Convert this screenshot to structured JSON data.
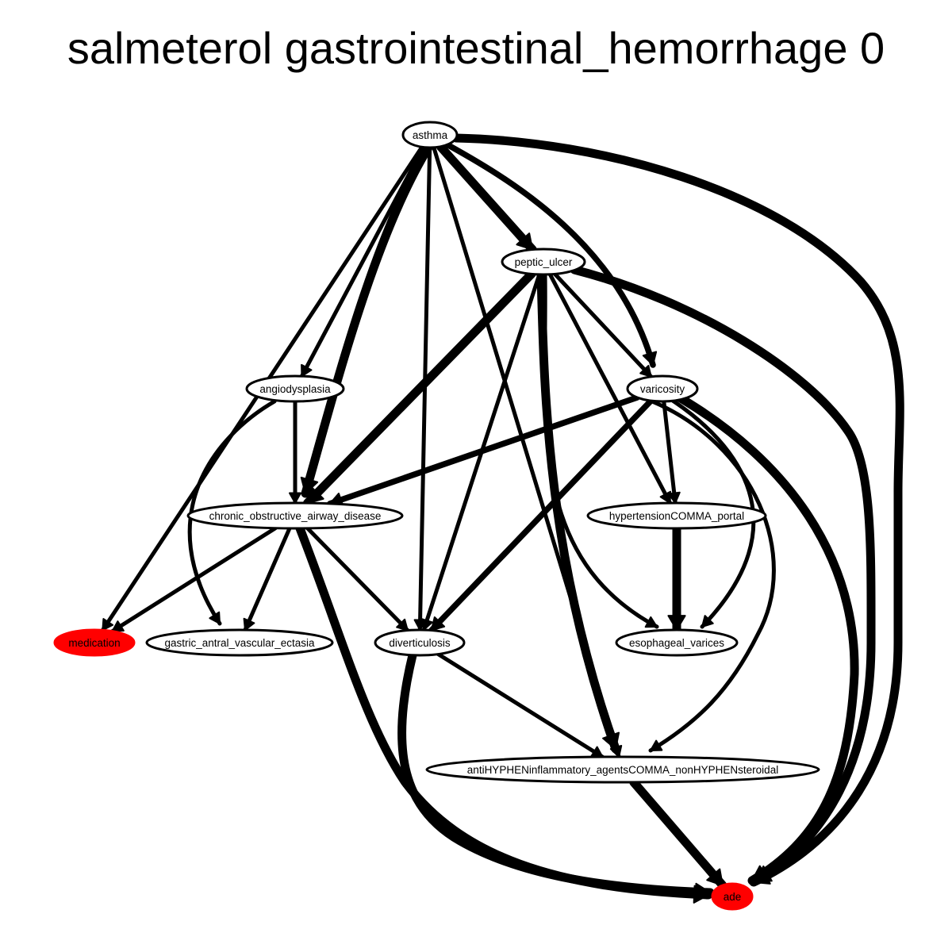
{
  "title": "salmeterol gastrointestinal_hemorrhage 0",
  "colors": {
    "highlight": "#ff0000",
    "default_fill": "#ffffff",
    "stroke": "#000000"
  },
  "nodes": [
    {
      "id": "asthma",
      "label": "asthma",
      "highlight": false
    },
    {
      "id": "peptic_ulcer",
      "label": "peptic_ulcer",
      "highlight": false
    },
    {
      "id": "angiodysplasia",
      "label": "angiodysplasia",
      "highlight": false
    },
    {
      "id": "varicosity",
      "label": "varicosity",
      "highlight": false
    },
    {
      "id": "copd",
      "label": "chronic_obstructive_airway_disease",
      "highlight": false
    },
    {
      "id": "portal",
      "label": "hypertensionCOMMA_portal",
      "highlight": false
    },
    {
      "id": "medication",
      "label": "medication",
      "highlight": true
    },
    {
      "id": "gave",
      "label": "gastric_antral_vascular_ectasia",
      "highlight": false
    },
    {
      "id": "diverticulosis",
      "label": "diverticulosis",
      "highlight": false
    },
    {
      "id": "esoph",
      "label": "esophageal_varices",
      "highlight": false
    },
    {
      "id": "nsaid",
      "label": "antiHYPHENinflammatory_agentsCOMMA_nonHYPHENsteroidal",
      "highlight": false
    },
    {
      "id": "ade",
      "label": "ade",
      "highlight": true
    }
  ],
  "edges": [
    {
      "from": "asthma",
      "to": "peptic_ulcer",
      "weight": "heavy"
    },
    {
      "from": "asthma",
      "to": "ade",
      "weight": "heavy"
    },
    {
      "from": "asthma",
      "to": "varicosity",
      "weight": "medium"
    },
    {
      "from": "asthma",
      "to": "angiodysplasia",
      "weight": "normal"
    },
    {
      "from": "asthma",
      "to": "medication",
      "weight": "normal"
    },
    {
      "from": "asthma",
      "to": "copd",
      "weight": "heavy"
    },
    {
      "from": "asthma",
      "to": "diverticulosis",
      "weight": "normal"
    },
    {
      "from": "asthma",
      "to": "nsaid",
      "weight": "normal"
    },
    {
      "from": "peptic_ulcer",
      "to": "ade",
      "weight": "heavy"
    },
    {
      "from": "peptic_ulcer",
      "to": "varicosity",
      "weight": "normal"
    },
    {
      "from": "peptic_ulcer",
      "to": "copd",
      "weight": "heavy"
    },
    {
      "from": "peptic_ulcer",
      "to": "portal",
      "weight": "normal"
    },
    {
      "from": "peptic_ulcer",
      "to": "diverticulosis",
      "weight": "normal"
    },
    {
      "from": "peptic_ulcer",
      "to": "nsaid",
      "weight": "heavy"
    },
    {
      "from": "peptic_ulcer",
      "to": "esoph",
      "weight": "normal"
    },
    {
      "from": "angiodysplasia",
      "to": "copd",
      "weight": "normal"
    },
    {
      "from": "angiodysplasia",
      "to": "gave",
      "weight": "normal"
    },
    {
      "from": "varicosity",
      "to": "copd",
      "weight": "medium"
    },
    {
      "from": "varicosity",
      "to": "portal",
      "weight": "normal"
    },
    {
      "from": "varicosity",
      "to": "diverticulosis",
      "weight": "medium"
    },
    {
      "from": "varicosity",
      "to": "esoph",
      "weight": "normal"
    },
    {
      "from": "varicosity",
      "to": "nsaid",
      "weight": "normal"
    },
    {
      "from": "varicosity",
      "to": "ade",
      "weight": "heavy"
    },
    {
      "from": "copd",
      "to": "medication",
      "weight": "normal"
    },
    {
      "from": "copd",
      "to": "gave",
      "weight": "normal"
    },
    {
      "from": "copd",
      "to": "diverticulosis",
      "weight": "normal"
    },
    {
      "from": "copd",
      "to": "ade",
      "weight": "heavy"
    },
    {
      "from": "portal",
      "to": "esoph",
      "weight": "heavy"
    },
    {
      "from": "diverticulosis",
      "to": "nsaid",
      "weight": "normal"
    },
    {
      "from": "diverticulosis",
      "to": "ade",
      "weight": "heavy"
    },
    {
      "from": "nsaid",
      "to": "ade",
      "weight": "heavy"
    }
  ]
}
